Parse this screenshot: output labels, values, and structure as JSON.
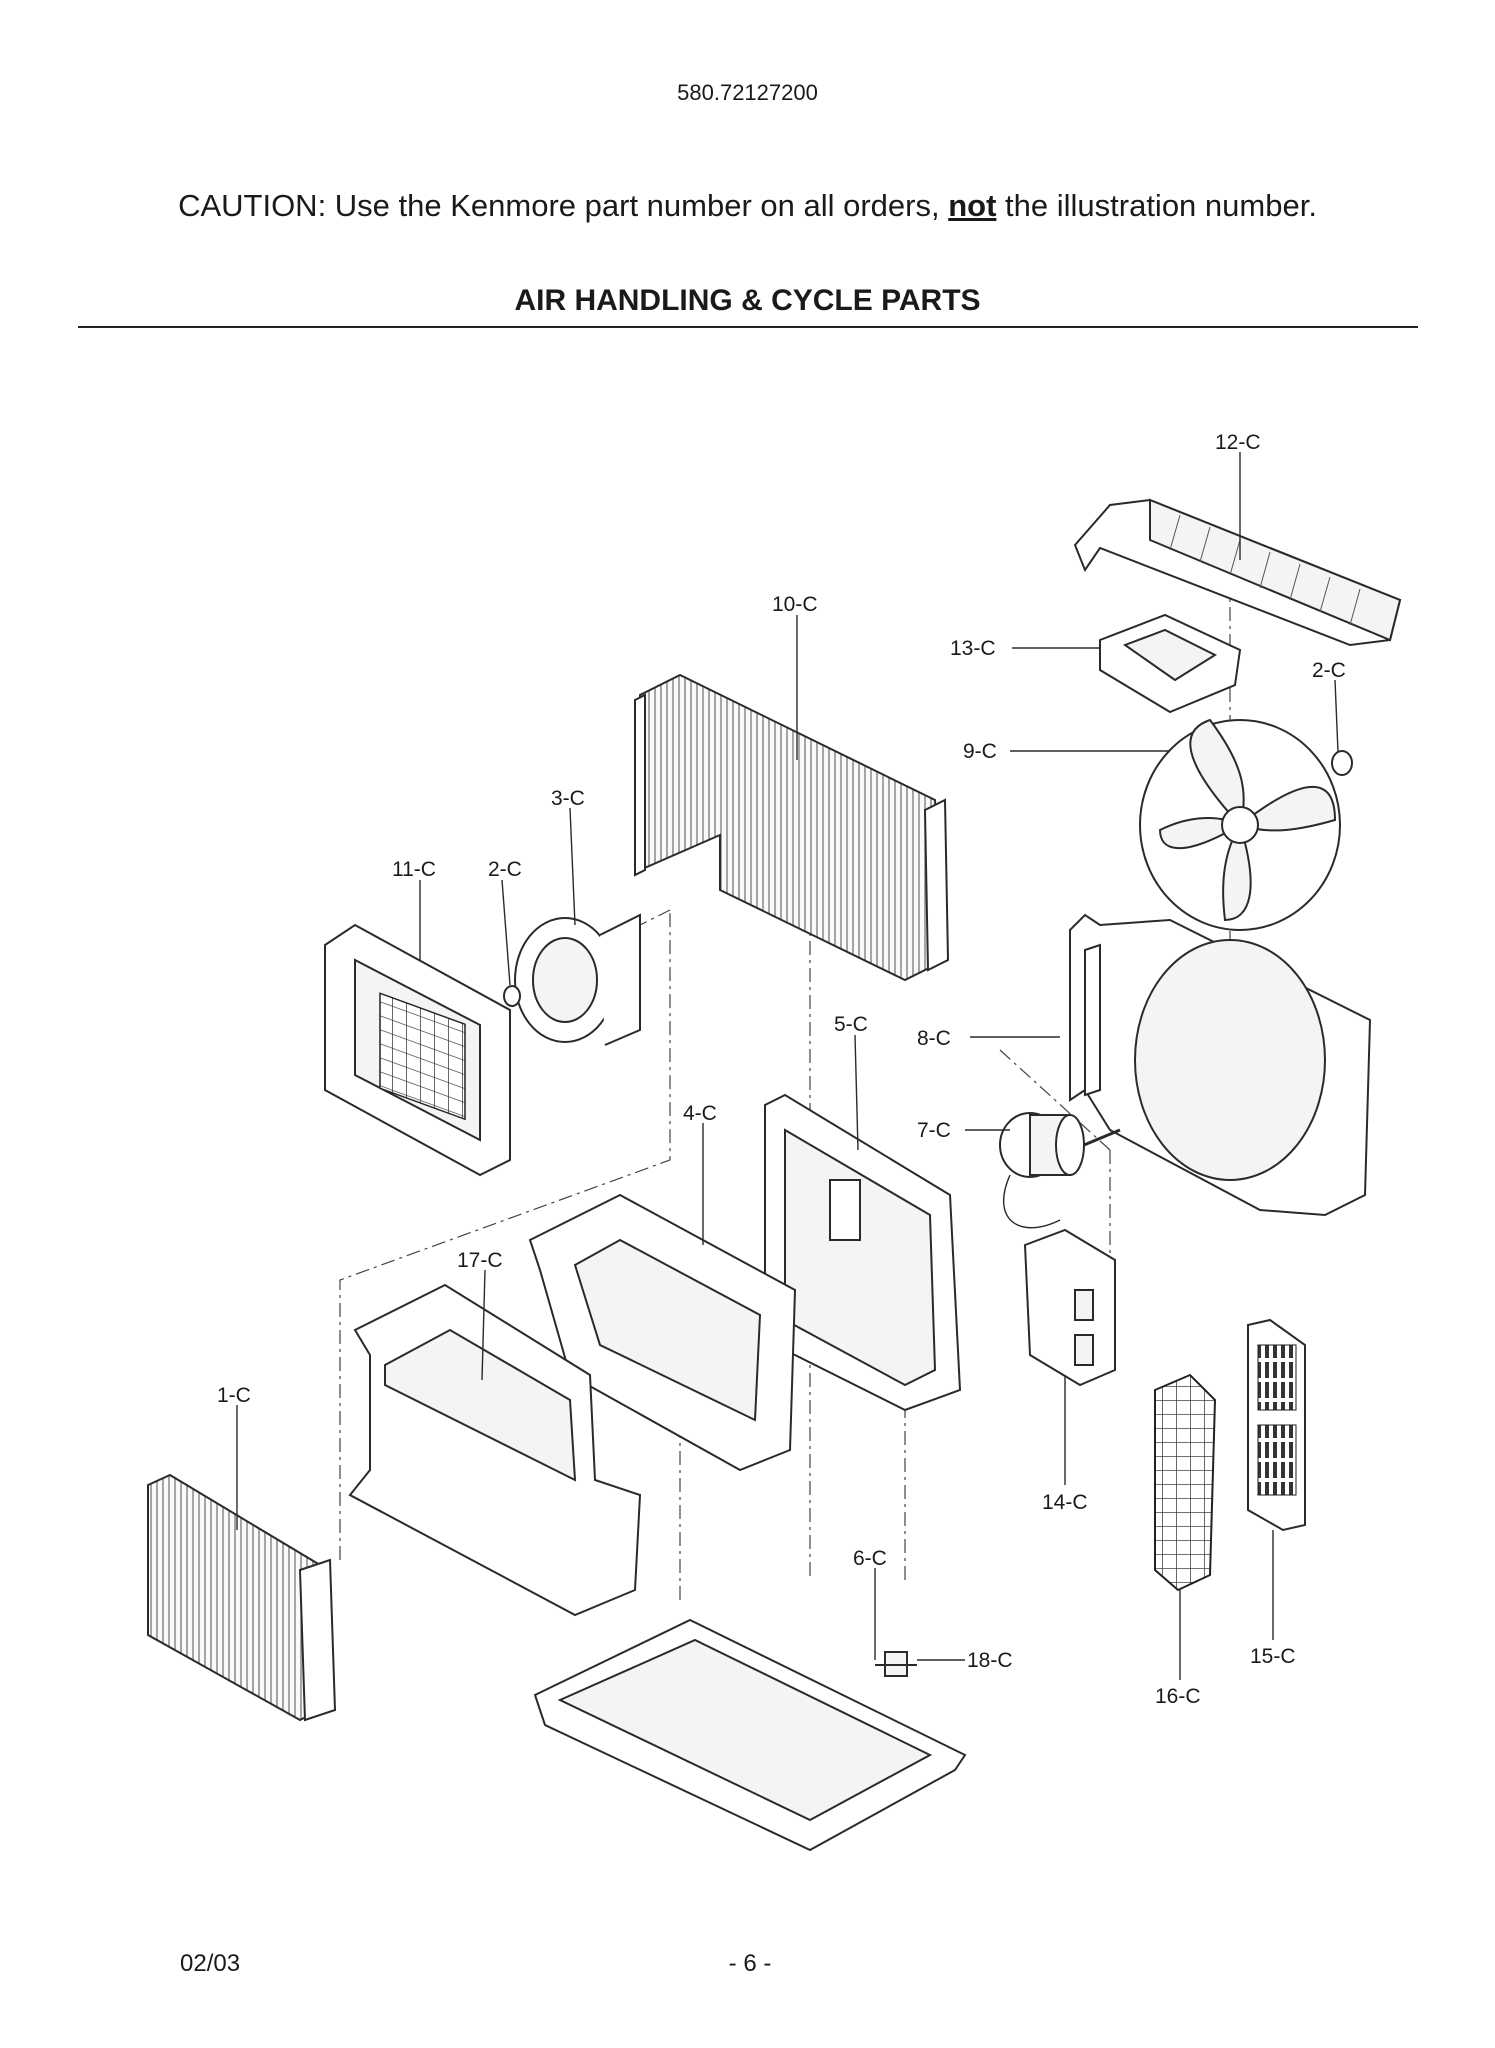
{
  "header": {
    "model_number": "580.72127200",
    "caution_prefix": "CAUTION: Use the Kenmore part number on all orders, ",
    "caution_emphasis": "not",
    "caution_suffix": " the illustration number.",
    "section_title": "AIR HANDLING & CYCLE PARTS"
  },
  "diagram": {
    "callouts": [
      "12-C",
      "13-C",
      "2-C",
      "10-C",
      "9-C",
      "3-C",
      "11-C",
      "2-C",
      "5-C",
      "8-C",
      "4-C",
      "7-C",
      "17-C",
      "1-C",
      "14-C",
      "6-C",
      "18-C",
      "15-C",
      "16-C"
    ]
  },
  "footer": {
    "date": "02/03",
    "page": "- 6 -"
  }
}
